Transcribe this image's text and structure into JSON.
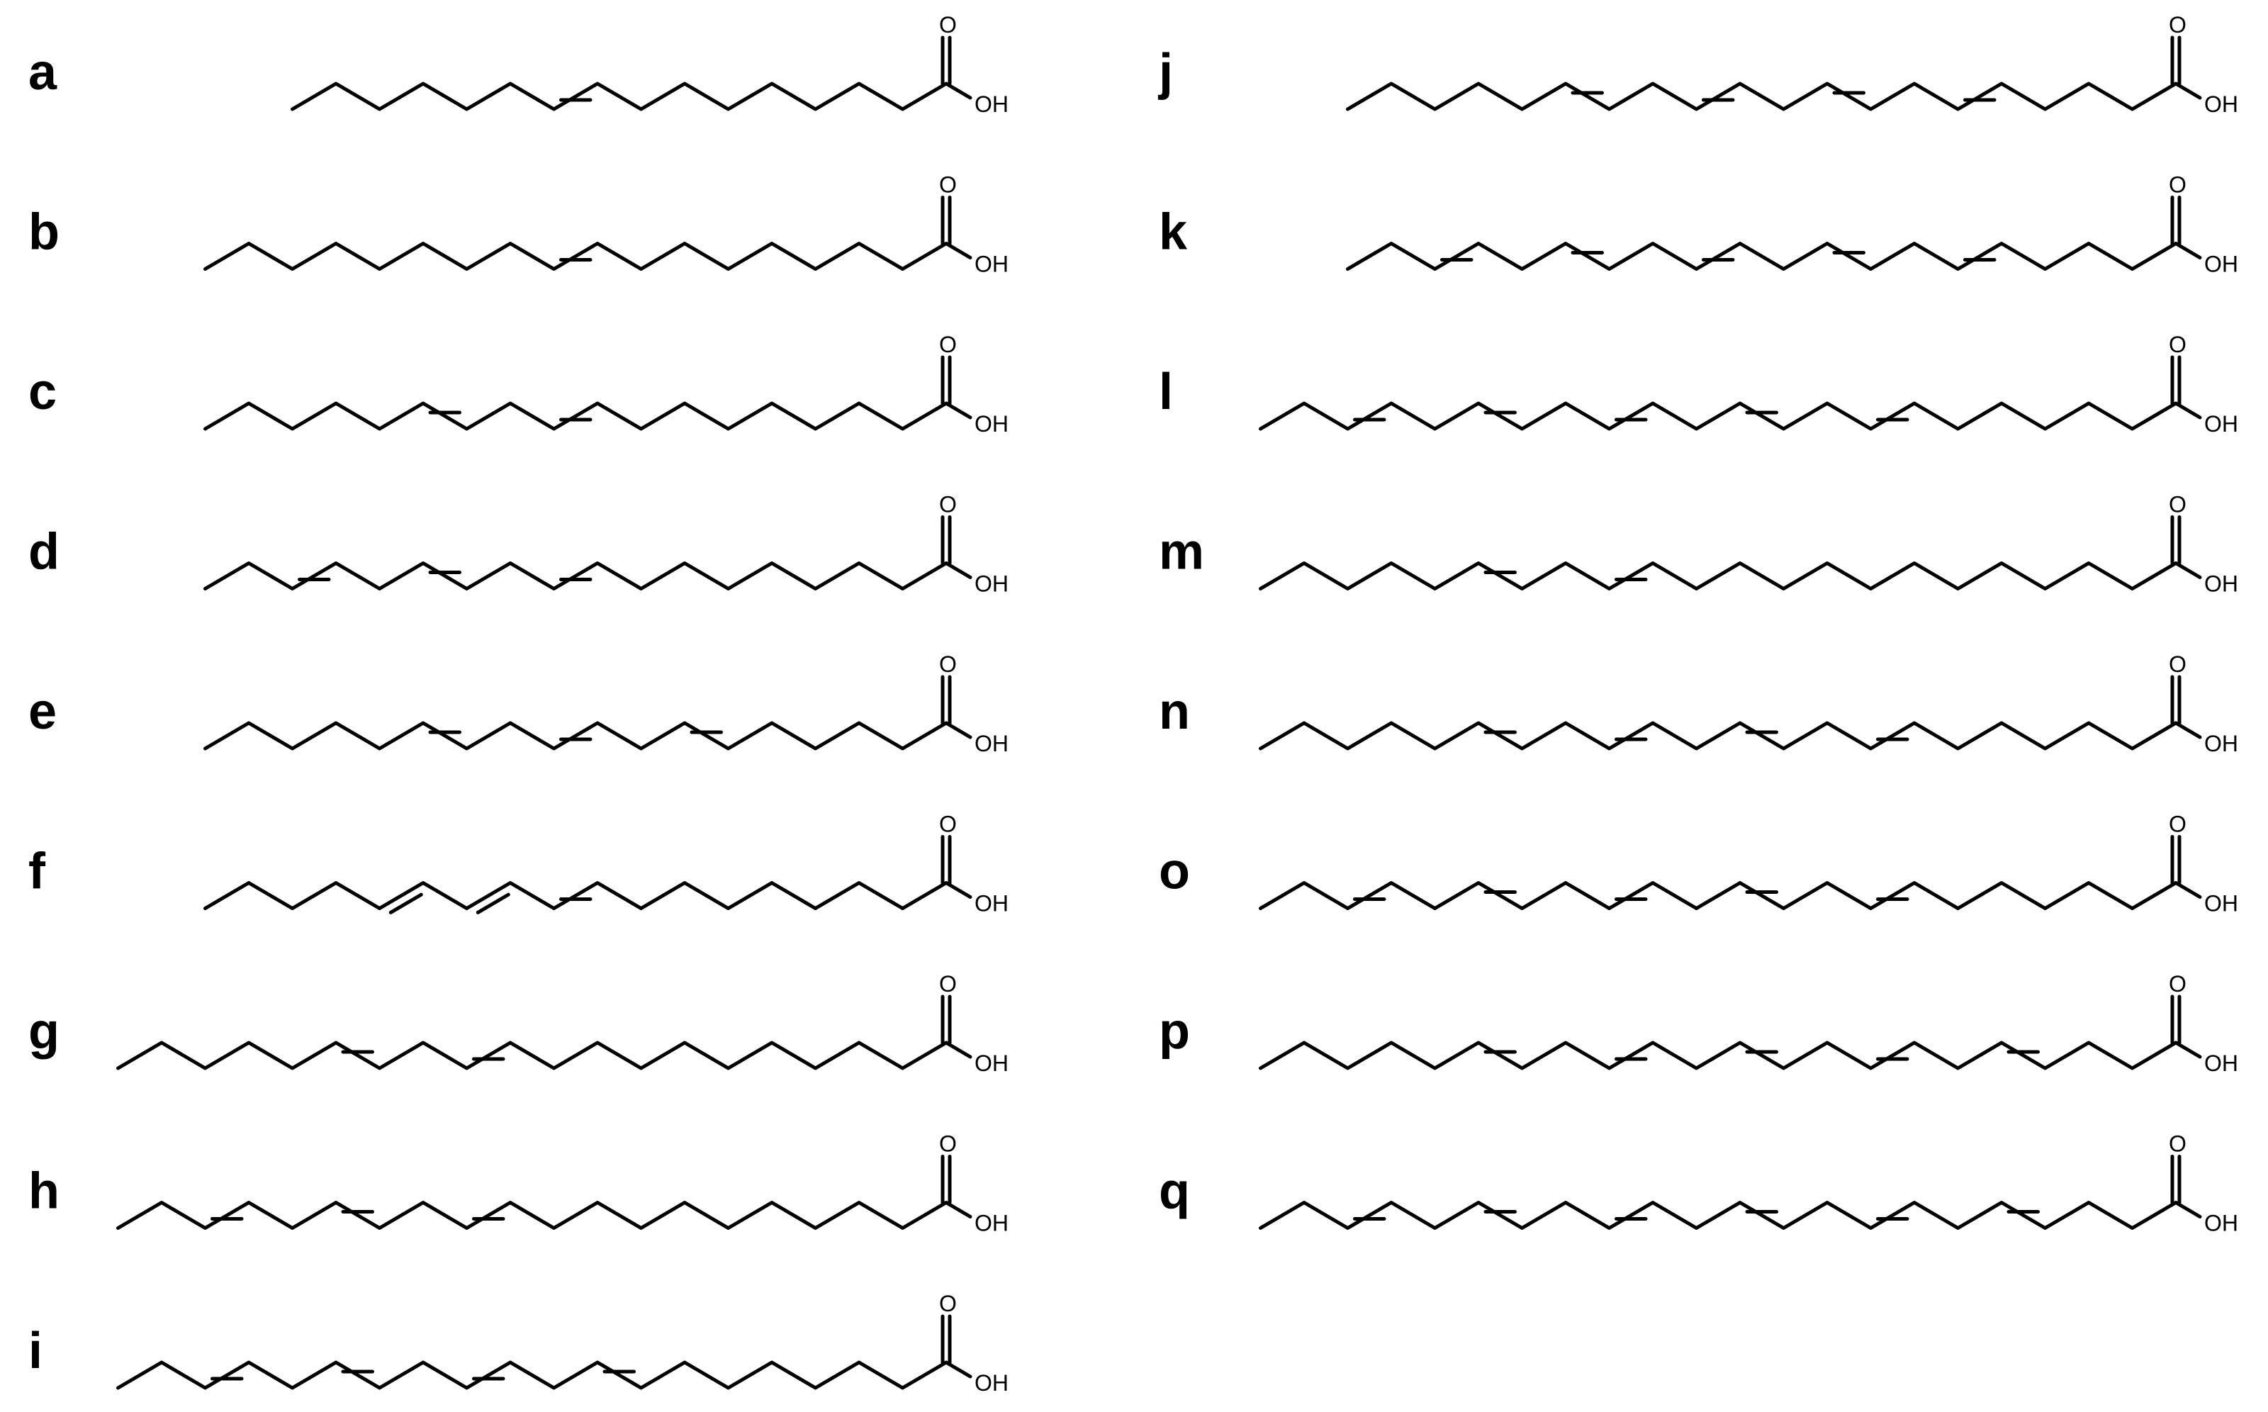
{
  "structures": [
    {
      "label": "a",
      "chain": 16,
      "bonds": [
        {
          "pos": 7,
          "type": "cis"
        }
      ],
      "oxygen": "O",
      "hydroxyl": "OH"
    },
    {
      "label": "b",
      "chain": 18,
      "bonds": [
        {
          "pos": 9,
          "type": "cis"
        }
      ],
      "oxygen": "O",
      "hydroxyl": "OH"
    },
    {
      "label": "c",
      "chain": 18,
      "bonds": [
        {
          "pos": 6,
          "type": "cis"
        },
        {
          "pos": 9,
          "type": "cis"
        }
      ],
      "oxygen": "O",
      "hydroxyl": "OH"
    },
    {
      "label": "d",
      "chain": 18,
      "bonds": [
        {
          "pos": 3,
          "type": "cis"
        },
        {
          "pos": 6,
          "type": "cis"
        },
        {
          "pos": 9,
          "type": "cis"
        }
      ],
      "oxygen": "O",
      "hydroxyl": "OH"
    },
    {
      "label": "e",
      "chain": 18,
      "bonds": [
        {
          "pos": 6,
          "type": "cis"
        },
        {
          "pos": 9,
          "type": "cis"
        },
        {
          "pos": 12,
          "type": "cis"
        }
      ],
      "oxygen": "O",
      "hydroxyl": "OH"
    },
    {
      "label": "f",
      "chain": 18,
      "bonds": [
        {
          "pos": 5,
          "type": "trans"
        },
        {
          "pos": 7,
          "type": "trans"
        },
        {
          "pos": 9,
          "type": "cis"
        }
      ],
      "oxygen": "O",
      "hydroxyl": "OH"
    },
    {
      "label": "g",
      "chain": 20,
      "bonds": [
        {
          "pos": 6,
          "type": "cis"
        },
        {
          "pos": 9,
          "type": "cis"
        }
      ],
      "oxygen": "O",
      "hydroxyl": "OH"
    },
    {
      "label": "h",
      "chain": 20,
      "bonds": [
        {
          "pos": 3,
          "type": "cis"
        },
        {
          "pos": 6,
          "type": "cis"
        },
        {
          "pos": 9,
          "type": "cis"
        }
      ],
      "oxygen": "O",
      "hydroxyl": "OH"
    },
    {
      "label": "i",
      "chain": 20,
      "bonds": [
        {
          "pos": 3,
          "type": "cis"
        },
        {
          "pos": 6,
          "type": "cis"
        },
        {
          "pos": 9,
          "type": "cis"
        },
        {
          "pos": 12,
          "type": "cis"
        }
      ],
      "oxygen": "O",
      "hydroxyl": "OH"
    },
    {
      "label": "j",
      "chain": 20,
      "bonds": [
        {
          "pos": 6,
          "type": "cis"
        },
        {
          "pos": 9,
          "type": "cis"
        },
        {
          "pos": 12,
          "type": "cis"
        },
        {
          "pos": 15,
          "type": "cis"
        }
      ],
      "oxygen": "O",
      "hydroxyl": "OH"
    },
    {
      "label": "k",
      "chain": 20,
      "bonds": [
        {
          "pos": 3,
          "type": "cis"
        },
        {
          "pos": 6,
          "type": "cis"
        },
        {
          "pos": 9,
          "type": "cis"
        },
        {
          "pos": 12,
          "type": "cis"
        },
        {
          "pos": 15,
          "type": "cis"
        }
      ],
      "oxygen": "O",
      "hydroxyl": "OH"
    },
    {
      "label": "l",
      "chain": 22,
      "bonds": [
        {
          "pos": 3,
          "type": "cis"
        },
        {
          "pos": 6,
          "type": "cis"
        },
        {
          "pos": 9,
          "type": "cis"
        },
        {
          "pos": 12,
          "type": "cis"
        },
        {
          "pos": 15,
          "type": "cis"
        }
      ],
      "oxygen": "O",
      "hydroxyl": "OH"
    },
    {
      "label": "m",
      "chain": 22,
      "bonds": [
        {
          "pos": 6,
          "type": "cis"
        },
        {
          "pos": 9,
          "type": "cis"
        }
      ],
      "oxygen": "O",
      "hydroxyl": "OH"
    },
    {
      "label": "n",
      "chain": 22,
      "bonds": [
        {
          "pos": 6,
          "type": "cis"
        },
        {
          "pos": 9,
          "type": "cis"
        },
        {
          "pos": 12,
          "type": "cis"
        },
        {
          "pos": 15,
          "type": "cis"
        }
      ],
      "oxygen": "O",
      "hydroxyl": "OH"
    },
    {
      "label": "o",
      "chain": 22,
      "bonds": [
        {
          "pos": 3,
          "type": "cis"
        },
        {
          "pos": 6,
          "type": "cis"
        },
        {
          "pos": 9,
          "type": "cis"
        },
        {
          "pos": 12,
          "type": "cis"
        },
        {
          "pos": 15,
          "type": "cis"
        }
      ],
      "oxygen": "O",
      "hydroxyl": "OH"
    },
    {
      "label": "p",
      "chain": 22,
      "bonds": [
        {
          "pos": 6,
          "type": "cis"
        },
        {
          "pos": 9,
          "type": "cis"
        },
        {
          "pos": 12,
          "type": "cis"
        },
        {
          "pos": 15,
          "type": "cis"
        },
        {
          "pos": 18,
          "type": "cis"
        }
      ],
      "oxygen": "O",
      "hydroxyl": "OH"
    },
    {
      "label": "q",
      "chain": 22,
      "bonds": [
        {
          "pos": 3,
          "type": "cis"
        },
        {
          "pos": 6,
          "type": "cis"
        },
        {
          "pos": 9,
          "type": "cis"
        },
        {
          "pos": 12,
          "type": "cis"
        },
        {
          "pos": 15,
          "type": "cis"
        },
        {
          "pos": 18,
          "type": "cis"
        }
      ],
      "oxygen": "O",
      "hydroxyl": "OH"
    }
  ]
}
